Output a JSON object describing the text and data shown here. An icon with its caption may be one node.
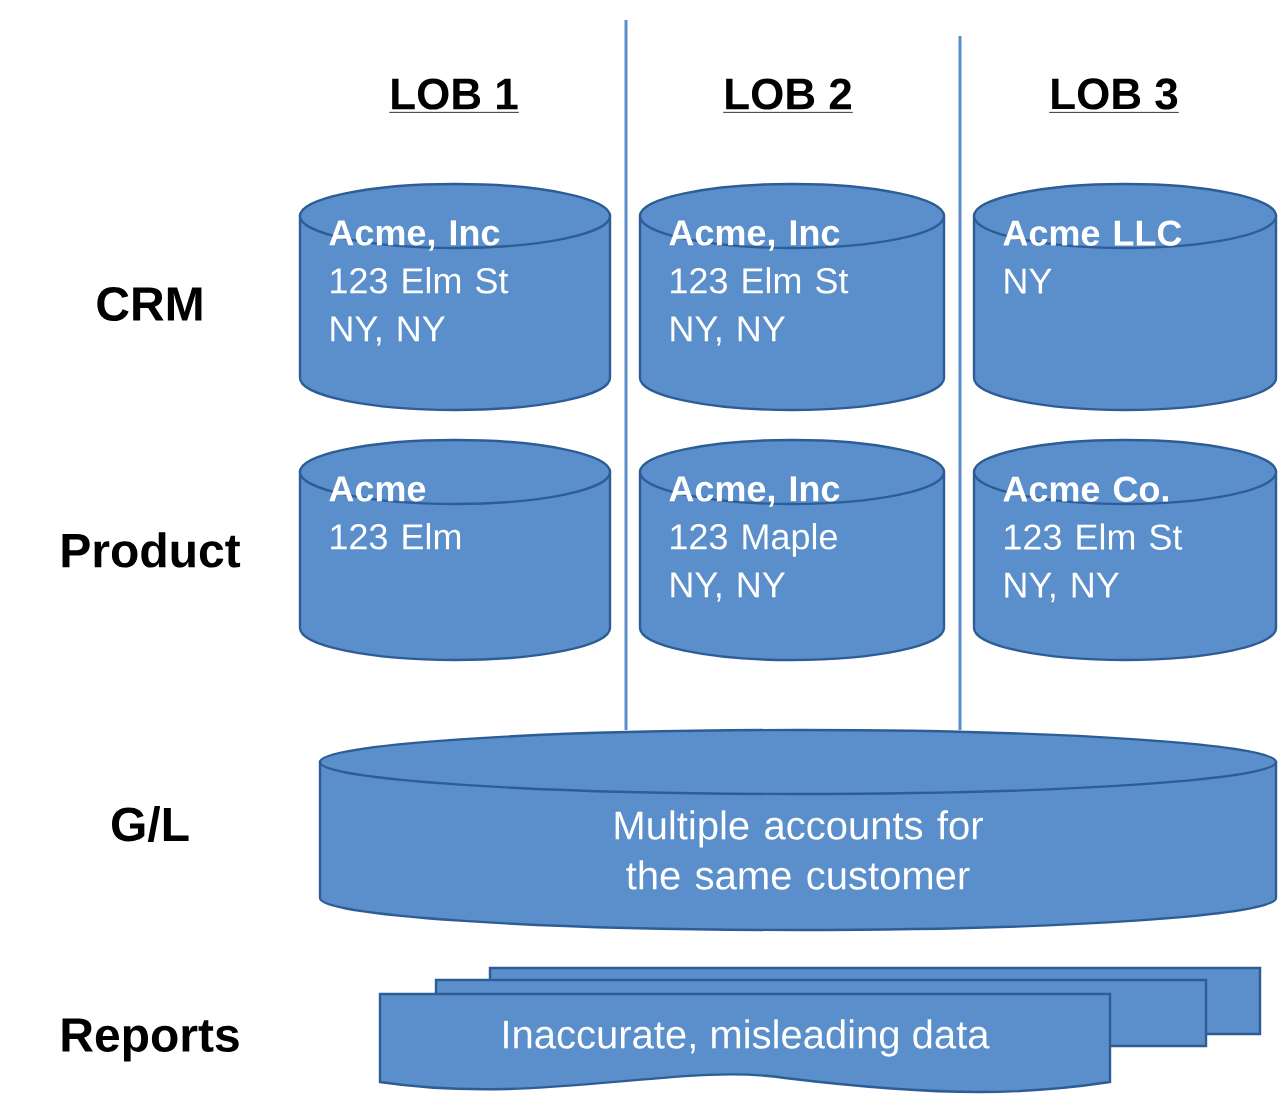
{
  "diagram": {
    "nodes": [
      {
        "text": [
          "Acme, Inc",
          "123 Elm St NY, NY"
        ]
      },
      {
        "text": [
          "Acme, Inc",
          "123 Elm St NY, NY"
        ]
      },
      {
        "text": [
          "Acme LLC",
          "NY"
        ]
      },
      {
        "text": [
          "Acme",
          "123 Elm"
        ]
      },
      {
        "text": [
          "Acme, Inc",
          "123 Maple NY, NY"
        ]
      },
      {
        "text": [
          "Acme Co.",
          "123 Elm St NY, NY"
        ]
      },
      {
        "text": [
          "Multiple accounts for the same customer"
        ]
      },
      {
        "text": [
          "Inaccurate, misleading data"
        ]
      }
    ],
    "labels": [
      "LOB 1",
      "LOB 2",
      "LOB 3",
      "CRM",
      "Product",
      "G/L",
      "Reports"
    ]
  }
}
